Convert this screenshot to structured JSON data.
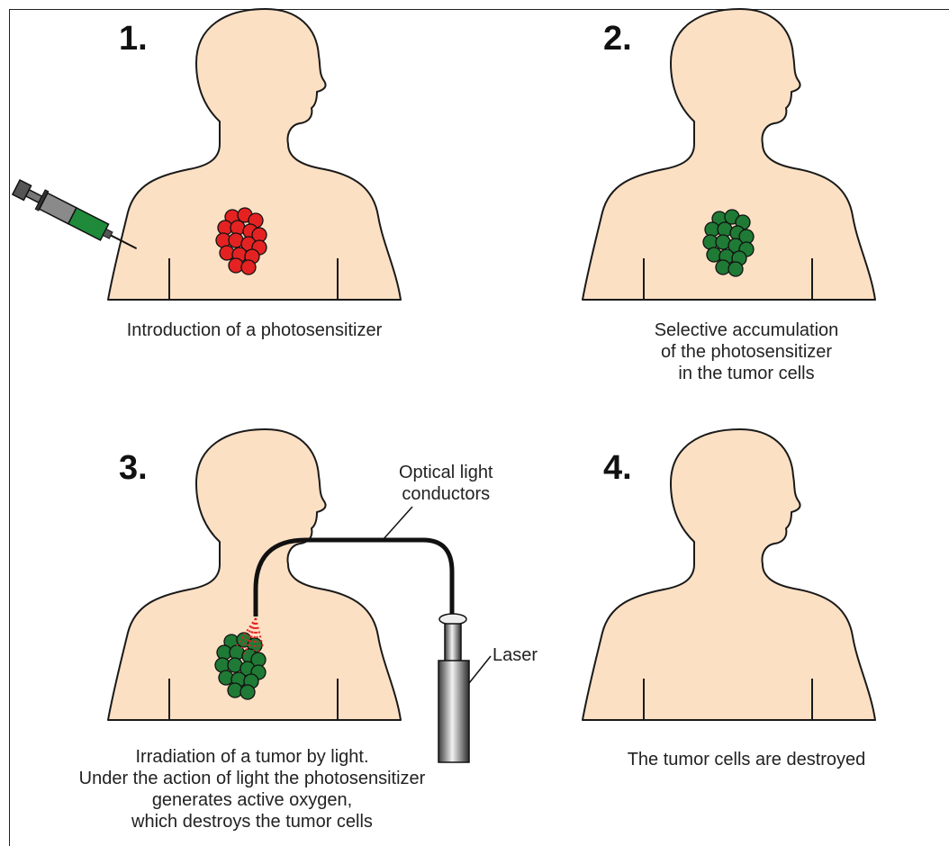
{
  "colors": {
    "skin": "#fce0c4",
    "outline": "#1a1a1a",
    "tumor_red": "#e52222",
    "tumor_green": "#1f7a35",
    "syringe_fluid": "#1e8a3a"
  },
  "panels": [
    {
      "number": "1.",
      "caption_lines": [
        "Introduction of a photosensitizer"
      ],
      "icons": [
        "body-silhouette",
        "syringe-icon",
        "tumor-cluster-red"
      ]
    },
    {
      "number": "2.",
      "caption_lines": [
        "Selective accumulation",
        "of the photosensitizer",
        "in the tumor cells"
      ],
      "icons": [
        "body-silhouette",
        "tumor-cluster-green"
      ]
    },
    {
      "number": "3.",
      "caption_lines": [
        "Irradiation of a tumor by light.",
        "Under the action of light the photosensitizer",
        "generates active oxygen,",
        "which destroys the tumor cells"
      ],
      "icons": [
        "body-silhouette",
        "tumor-cluster-green",
        "optical-fiber",
        "laser-device",
        "light-rays"
      ],
      "labels": {
        "fiber": [
          "Optical light",
          "conductors"
        ],
        "laser": "Laser"
      }
    },
    {
      "number": "4.",
      "caption_lines": [
        "The tumor cells are destroyed"
      ],
      "icons": [
        "body-silhouette"
      ]
    }
  ]
}
